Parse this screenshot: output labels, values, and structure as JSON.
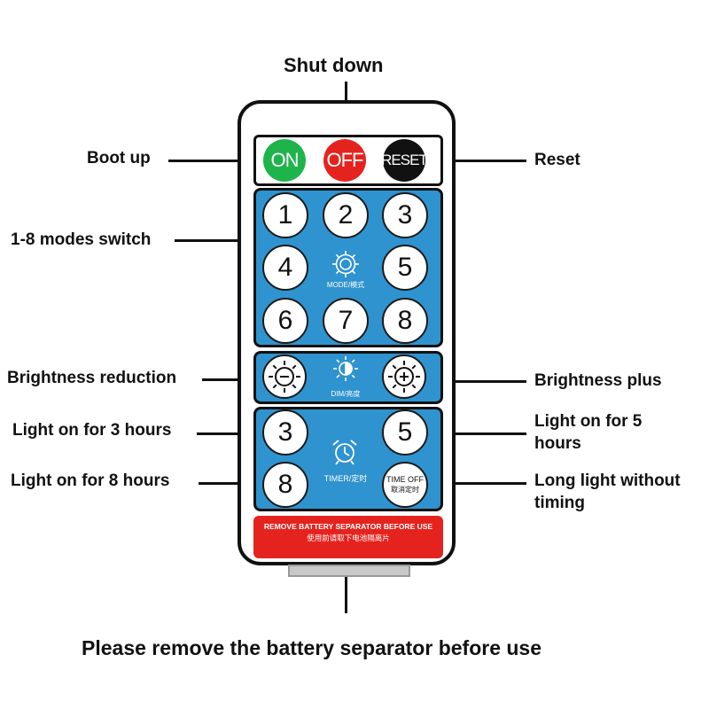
{
  "callouts": {
    "shut_down": "Shut down",
    "boot_up": "Boot up",
    "reset": "Reset",
    "modes_switch": "1-8 modes switch",
    "brightness_reduction": "Brightness reduction",
    "brightness_plus": "Brightness plus",
    "light_3h": "Light on for 3 hours",
    "light_5h_line1": "Light on for 5",
    "light_5h_line2": "hours",
    "light_8h": "Light on for 8 hours",
    "long_light_line1": "Long light without",
    "long_light_line2": "timing",
    "battery_note": "Please remove the battery separator before use"
  },
  "remote": {
    "top_buttons": {
      "on": "ON",
      "off": "OFF",
      "reset": "RESET"
    },
    "mode_buttons": [
      "1",
      "2",
      "3",
      "4",
      "5",
      "6",
      "7",
      "8"
    ],
    "mode_label": "MODE/模式",
    "dim_label": "DIM/亮度",
    "timer_buttons": {
      "t3": "3",
      "t5": "5",
      "t8": "8"
    },
    "timer_label": "TIMER/定时",
    "time_off_line1": "TIME OFF",
    "time_off_line2": "取消定时",
    "banner_line1": "REMOVE BATTERY SEPARATOR BEFORE USE",
    "banner_line2": "使用前请取下电池隔离片",
    "banner_arrow": "▼"
  },
  "colors": {
    "panel_blue": "#2f93cf",
    "on_green": "#1eb44b",
    "off_red": "#e5231e",
    "reset_black": "#111111",
    "banner_red": "#e5231e"
  },
  "icons": {
    "mode": "gear-icon",
    "dim": "half-sun-icon",
    "brightness_minus": "sun-minus-icon",
    "brightness_plus": "sun-plus-icon",
    "timer": "alarm-clock-icon"
  }
}
